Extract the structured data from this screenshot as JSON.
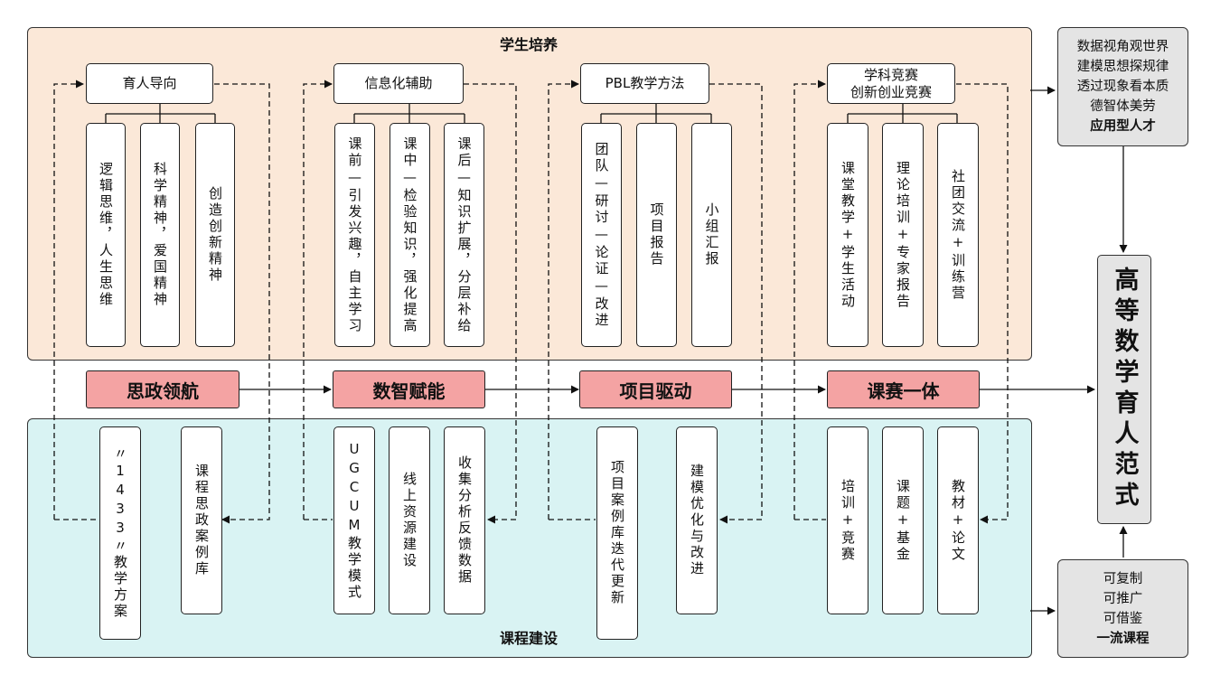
{
  "student_panel": {
    "title": "学生培养"
  },
  "course_panel": {
    "title": "课程建设"
  },
  "columns": [
    {
      "header": "育人导向",
      "top_boxes": [
        "逻辑思维，人生思维",
        "科学精神，爱国精神",
        "创造创新精神"
      ],
      "pill": "思政领航",
      "bottom_boxes": [
        "〃1433〃教学方案",
        "课程思政案例库"
      ]
    },
    {
      "header": "信息化辅助",
      "top_boxes": [
        "课前—引发兴趣，自主学习",
        "课中—检验知识，强化提高",
        "课后—知识扩展，分层补给"
      ],
      "pill": "数智赋能",
      "bottom_boxes": [
        "UGCUM教学模式",
        "线上资源建设",
        "收集分析反馈数据"
      ]
    },
    {
      "header": "PBL教学方法",
      "top_boxes": [
        "团队—研讨—论证—改进",
        "项目报告",
        "小组汇报"
      ],
      "pill": "项目驱动",
      "bottom_boxes": [
        "项目案例库迭代更新",
        "建模优化与改进"
      ]
    },
    {
      "header": "学科竞赛\n创新创业竞赛",
      "top_boxes": [
        "课堂教学+学生活动",
        "理论培训+专家报告",
        "社团交流+训练营"
      ],
      "pill": "课赛一体",
      "bottom_boxes": [
        "培训+竞赛",
        "课题+基金",
        "教材+论文"
      ]
    }
  ],
  "outcome_top": {
    "lines": [
      "数据视角观世界",
      "建模思想探规律",
      "透过现象看本质",
      "德智体美劳"
    ],
    "bold": "应用型人才"
  },
  "outcome_bottom": {
    "lines": [
      "可复制",
      "可推广",
      "可借鉴"
    ],
    "bold": "一流课程"
  },
  "paradigm": "高等数学育人范式"
}
